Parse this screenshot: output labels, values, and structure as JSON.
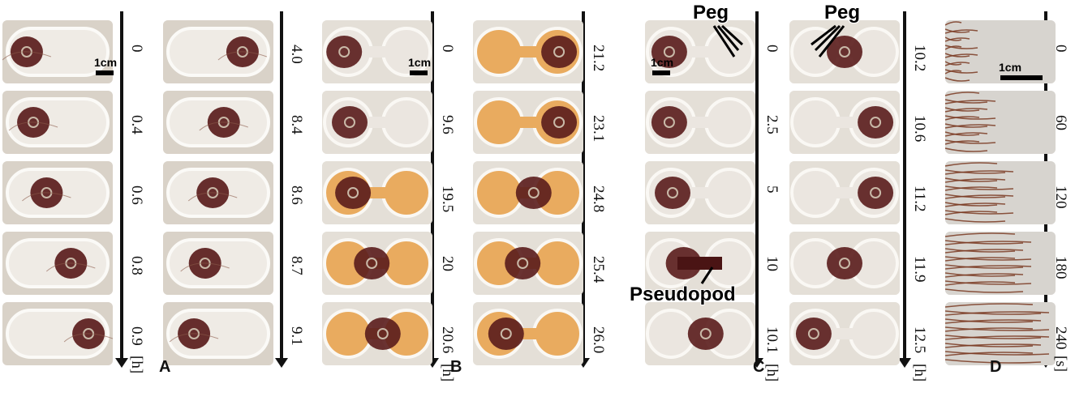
{
  "panels": {
    "A": "A",
    "B": "B",
    "C": "C",
    "D": "D"
  },
  "colors": {
    "plasmodium": "#5a1c1c",
    "agar_clear": "#ebe6e0",
    "agar_yellow": "#e8a85a",
    "arrow": "#111111"
  },
  "times": {
    "a1": [
      "0",
      "0.4",
      "0.6",
      "0.8",
      "0.9"
    ],
    "a2": [
      "4.0",
      "8.4",
      "8.6",
      "8.7",
      "9.1"
    ],
    "b1": [
      "0",
      "9.6",
      "19.5",
      "20",
      "20.6"
    ],
    "b2": [
      "21.2",
      "23.1",
      "24.8",
      "25.4",
      "26.0"
    ],
    "c1": [
      "0",
      "2.5",
      "5",
      "10",
      "10.1"
    ],
    "c2": [
      "10.2",
      "10.6",
      "11.2",
      "11.9",
      "12.5"
    ],
    "d": [
      "0",
      "60",
      "120",
      "180",
      "240"
    ]
  },
  "units": {
    "hours": "[h]",
    "seconds": "[s]"
  },
  "annotations": {
    "peg": "Peg",
    "pseudopod": "Pseudopod"
  },
  "scale": {
    "label": "1cm"
  }
}
